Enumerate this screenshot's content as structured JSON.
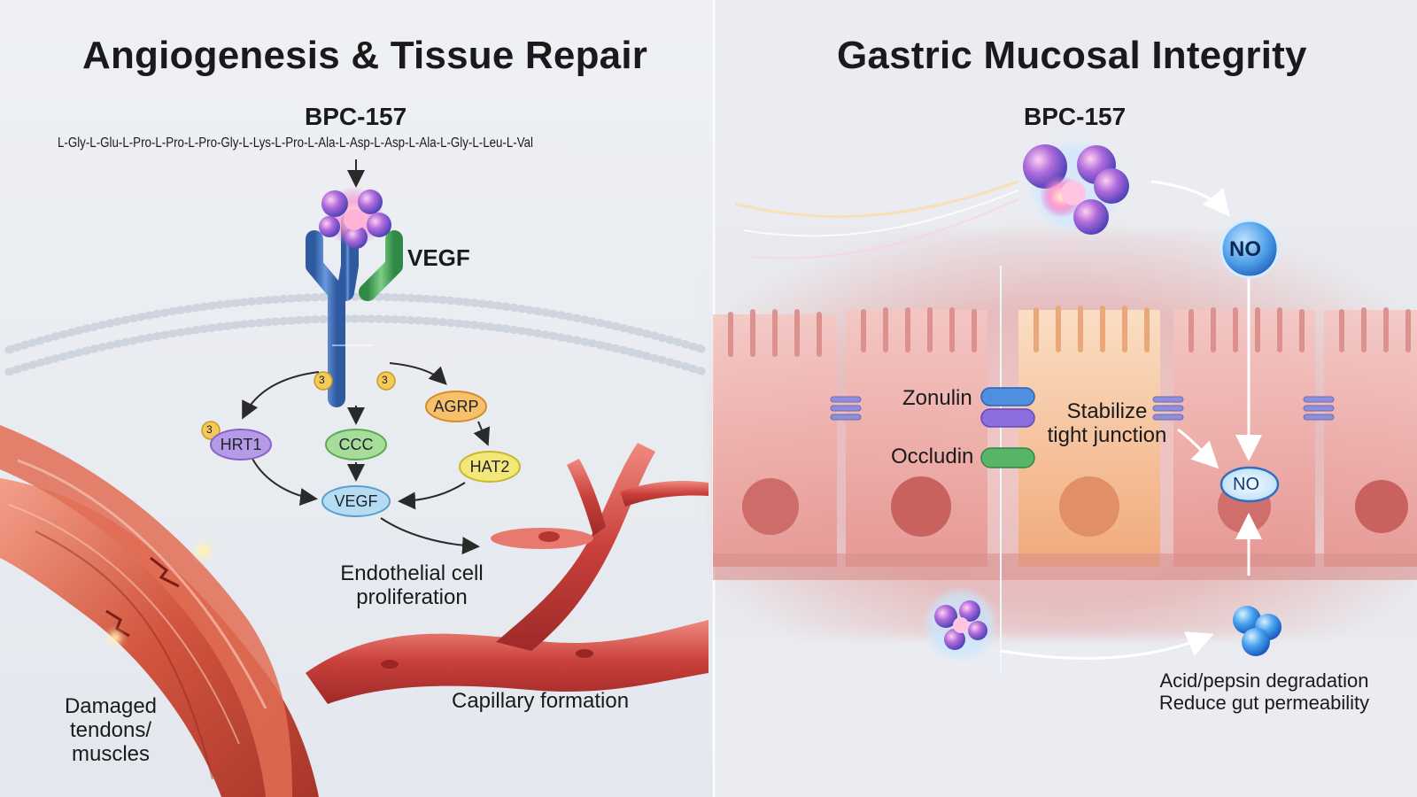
{
  "left_panel": {
    "title": "Angiogenesis & Tissue Repair",
    "peptide_name": "BPC-157",
    "sequence": "L-Gly-L-Glu-L-Pro-L-Pro-L-Pro-Gly-L-Lys-L-Pro-L-Ala-L-Asp-L-Asp-L-Ala-L-Gly-L-Leu-L-Val",
    "receptor_label": "VEGF",
    "phospho_label": "3",
    "nodes": {
      "hrt1": "HRT1",
      "ccc": "CCC",
      "agrp": "AGRP",
      "hat2": "HAT2",
      "vegf": "VEGF"
    },
    "endothelial_line1": "Endothelial cell",
    "endothelial_line2": "proliferation",
    "capillary": "Capillary formation",
    "damaged_line1": "Damaged",
    "damaged_line2": "tendons/",
    "damaged_line3": "muscles"
  },
  "right_panel": {
    "title": "Gastric Mucosal Integrity",
    "peptide_name": "BPC-157",
    "no_top": "NO",
    "no_mid": "NO",
    "zonulin": "Zonulin",
    "occludin": "Occludin",
    "stabilize_line1": "Stabilize",
    "stabilize_line2": "tight junction",
    "effect_line1": "Acid/pepsin degradation",
    "effect_line2": "Reduce gut permeability"
  },
  "colors": {
    "background": "#e9ecf1",
    "receptor_blue": "#3f6fb6",
    "receptor_green": "#4aa35a",
    "vessel_red": "#c9403a",
    "cell_pink": "#f1b2b0",
    "cell_orange": "#f6c79a",
    "no_blue": "#2f7fd6"
  }
}
